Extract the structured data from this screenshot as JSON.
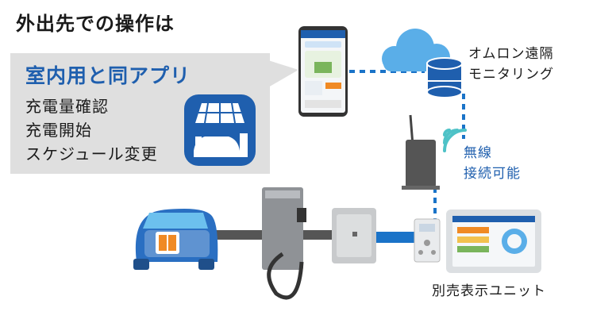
{
  "heading": "外出先での操作は",
  "callout": {
    "title": "室内用と同アプリ",
    "items": [
      "充電量確認",
      "充電開始",
      "スケジュール変更"
    ]
  },
  "cloud_service": {
    "line1": "オムロン遠隔",
    "line2": "モニタリング"
  },
  "wireless": {
    "line1": "無線",
    "line2": "接続可能"
  },
  "display_unit_label": "別売表示ユニット",
  "colors": {
    "accent_blue": "#1f5fae",
    "connector_blue": "#1a73c8",
    "callout_gray": "#dfdfdf",
    "car_blue": "#2a6fc2",
    "battery_orange": "#f08a24"
  },
  "icons": [
    "smartphone-app",
    "cloud-icon",
    "database-icon",
    "wifi-icon",
    "router",
    "ev-car",
    "ev-charger",
    "power-conditioner",
    "control-panel",
    "tablet-display",
    "app-icon-solar-car"
  ]
}
